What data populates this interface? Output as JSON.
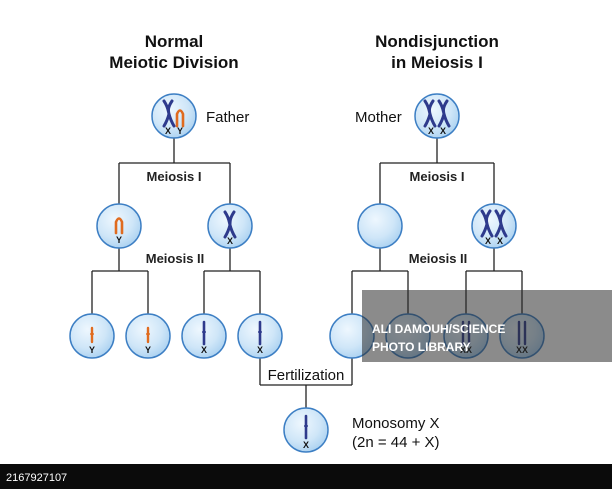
{
  "titles": {
    "left_line1": "Normal",
    "left_line2": "Meiotic Division",
    "right_line1": "Nondisjunction",
    "right_line2": "in Meiosis I"
  },
  "parents": {
    "father": "Father",
    "mother": "Mother"
  },
  "stages": {
    "meiosis_1": "Meiosis I",
    "meiosis_2": "Meiosis II",
    "fertilization": "Fertilization"
  },
  "chromosome_labels": {
    "x": "X",
    "y": "Y",
    "xx": "XX"
  },
  "result": {
    "line1": "Monosomy X",
    "line2": "(2n = 44 + X)"
  },
  "watermark": {
    "line1": "ALI DAMOUH/SCIENCE",
    "line2": "PHOTO LIBRARY"
  },
  "image_id": "2167927107",
  "colors": {
    "cell_fill": "#cfe6f8",
    "cell_stroke": "#3d7fc4",
    "x_chromosome": "#2e3a8c",
    "y_chromosome": "#e06b1f",
    "line": "#222222"
  }
}
